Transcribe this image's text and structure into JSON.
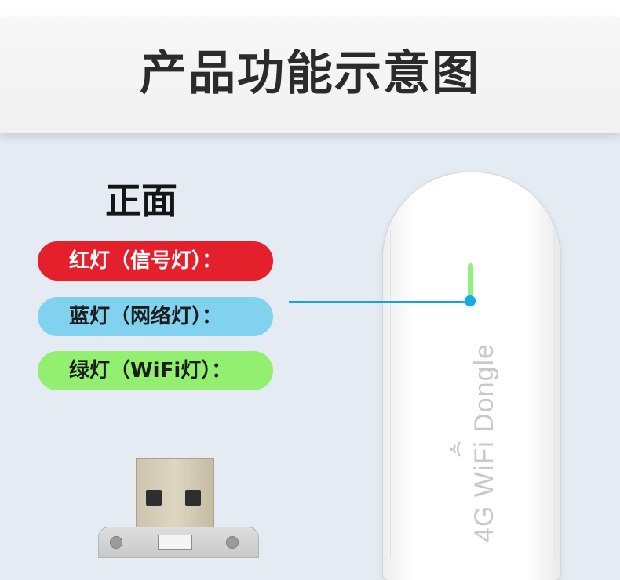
{
  "header": {
    "title": "产品功能示意图"
  },
  "section": {
    "title": "正面"
  },
  "indicators": {
    "red": "红灯（信号灯）：",
    "blue": "蓝灯（网络灯）：",
    "green": "绿灯（WiFi灯）："
  },
  "device": {
    "label": "4G WiFi Dongle"
  },
  "colors": {
    "red_pill": "#e3202c",
    "blue_pill": "#80d2ef",
    "green_pill": "#92ef70",
    "led_green": "#8ef27b",
    "led_blue": "#1fa6e6"
  },
  "icons": [
    "wifi-icon"
  ]
}
